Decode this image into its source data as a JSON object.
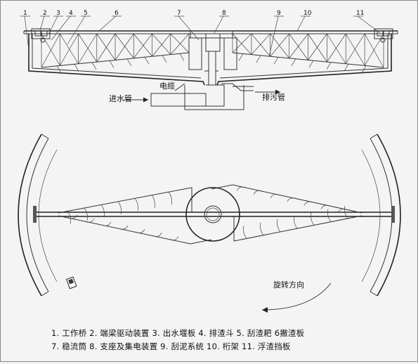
{
  "callouts": [
    "1",
    "2",
    "3",
    "4",
    "5",
    "6",
    "7",
    "8",
    "9",
    "10",
    "11"
  ],
  "labels": {
    "inlet_pipe": "进水管",
    "cable": "电缆",
    "sludge_pipe": "排污管",
    "rotation": "旋转方向"
  },
  "legend": {
    "line1": "1. 工作桥  2. 端梁驱动装置  3. 出水堰板  4. 排渣斗  5. 刮渣耙  6撇渣板",
    "line2": "7. 稳流筒  8. 支座及集电装置  9. 刮泥系统  10. 桁架  11. 浮渣挡板"
  }
}
